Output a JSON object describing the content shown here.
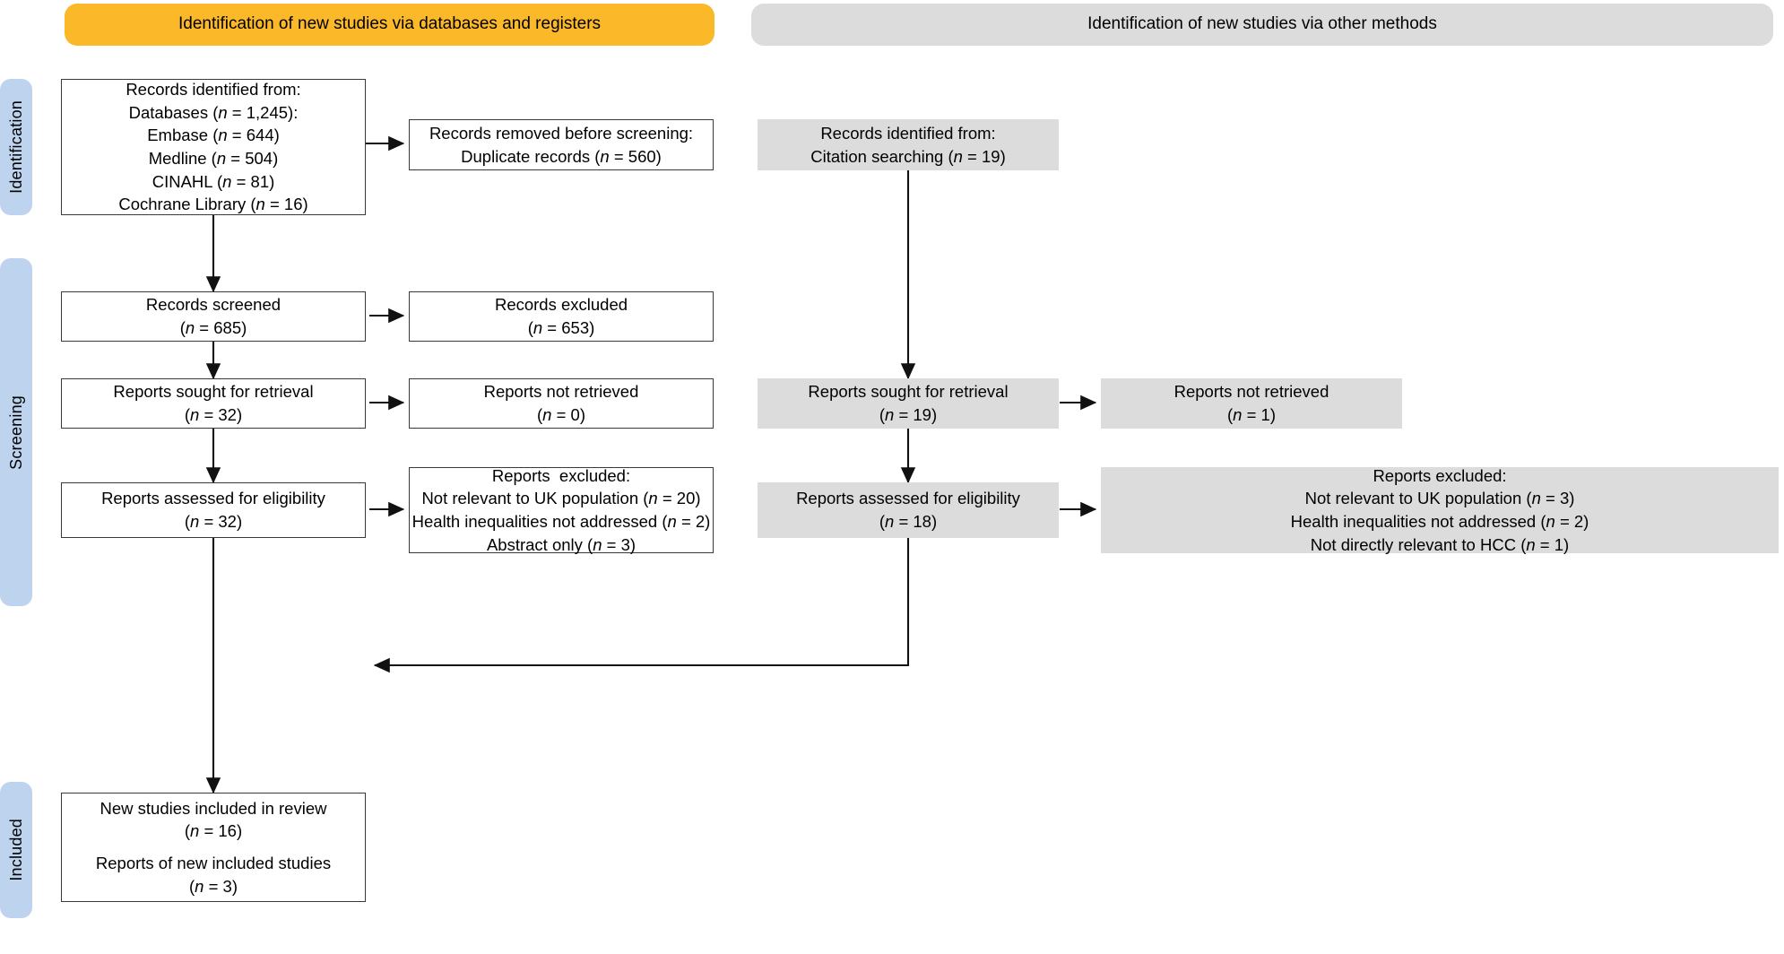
{
  "colors": {
    "banner_left": "#fbb929",
    "banner_right": "#dcdcdc",
    "stage_tab": "#bed3ee",
    "grey_box": "#dcdcdc",
    "box_border": "#3a3a3a",
    "text": "#000000"
  },
  "headers": {
    "left": "Identification of new studies via databases and registers",
    "right": "Identification of new studies via other methods"
  },
  "stage_tabs": [
    {
      "id": "identification",
      "label": "Identification"
    },
    {
      "id": "screening",
      "label": "Screening"
    },
    {
      "id": "included",
      "label": "Included"
    }
  ],
  "boxes": {
    "records_identified": {
      "lines": [
        "Records identified from:",
        "Databases (n = 1,245):",
        "Embase (n = 644)",
        "Medline (n = 504)",
        "CINAHL (n = 81)",
        "Cochrane Library (n = 16)"
      ]
    },
    "records_removed": {
      "lines": [
        "Records removed before screening:",
        "Duplicate records (n = 560)"
      ]
    },
    "records_screened": {
      "lines": [
        "Records screened",
        "(n = 685)"
      ]
    },
    "records_excluded": {
      "lines": [
        "Records excluded",
        "(n = 653)"
      ]
    },
    "reports_sought": {
      "lines": [
        "Reports sought for retrieval",
        "(n = 32)"
      ]
    },
    "reports_not_retrieved": {
      "lines": [
        "Reports not retrieved",
        "(n = 0)"
      ]
    },
    "reports_assessed": {
      "lines": [
        "Reports assessed for eligibility",
        "(n = 32)"
      ]
    },
    "reports_excluded": {
      "lines": [
        "Reports  excluded:",
        "Not relevant to UK population (n = 20)",
        "Health inequalities not addressed (n = 2)",
        "Abstract only (n = 3)"
      ]
    },
    "new_studies_included": {
      "lines": [
        "New studies included in review",
        "(n = 16)",
        "Reports of new included studies",
        "(n = 3)"
      ]
    },
    "other_records_identified": {
      "lines": [
        "Records identified from:",
        "Citation searching (n = 19)"
      ]
    },
    "other_reports_sought": {
      "lines": [
        "Reports sought for retrieval",
        "(n = 19)"
      ]
    },
    "other_reports_not_retrieved": {
      "lines": [
        "Reports not retrieved",
        "(n = 1)"
      ]
    },
    "other_reports_assessed": {
      "lines": [
        "Reports assessed for eligibility",
        "(n = 18)"
      ]
    },
    "other_reports_excluded": {
      "lines": [
        "Reports excluded:",
        "Not relevant to UK population (n = 3)",
        "Health inequalities not addressed (n = 2)",
        "Not directly relevant to HCC (n = 1)"
      ]
    }
  }
}
